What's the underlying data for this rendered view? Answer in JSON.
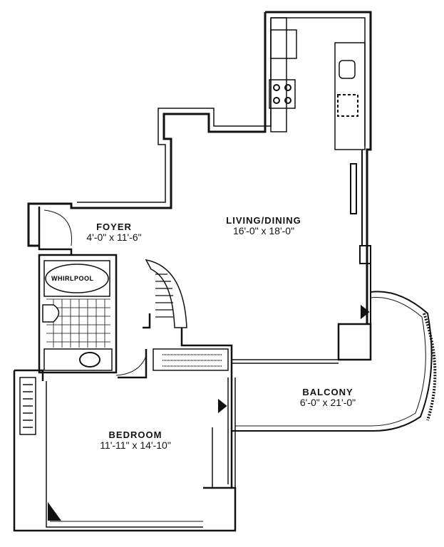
{
  "rooms": {
    "foyer": {
      "name": "FOYER",
      "dims": "4'-0\" x 11'-6\""
    },
    "living": {
      "name": "LIVING/DINING",
      "dims": "16'-0\" x 18'-0\""
    },
    "balcony": {
      "name": "BALCONY",
      "dims": "6'-0\" x 21'-0\""
    },
    "bedroom": {
      "name": "BEDROOM",
      "dims": "11'-11\" x 14'-10\""
    }
  },
  "fixtures": {
    "whirlpool": "WHIRLPOOL"
  }
}
